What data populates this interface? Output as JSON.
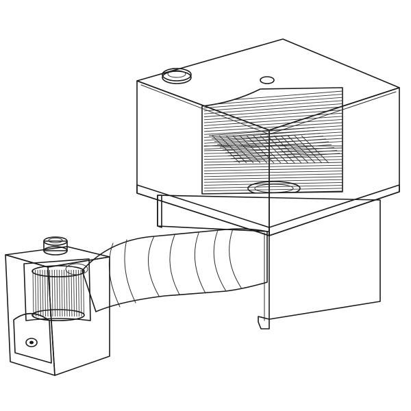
{
  "palette": {
    "stroke": "#1a1a1a",
    "face_light": "#f5f5f5",
    "face_mid": "#e4e4e4",
    "face_dark": "#cfcfcf",
    "interior": "#d9d9d9",
    "background": "#ffffff"
  },
  "parts": [
    {
      "id": "firebox",
      "icon": "box-with-basket-icon"
    },
    {
      "id": "connecting-duct",
      "icon": "flexible-duct-icon"
    },
    {
      "id": "oven-chamber",
      "icon": "box-with-grills-icon"
    },
    {
      "id": "support-stand",
      "icon": "stand-icon"
    }
  ]
}
